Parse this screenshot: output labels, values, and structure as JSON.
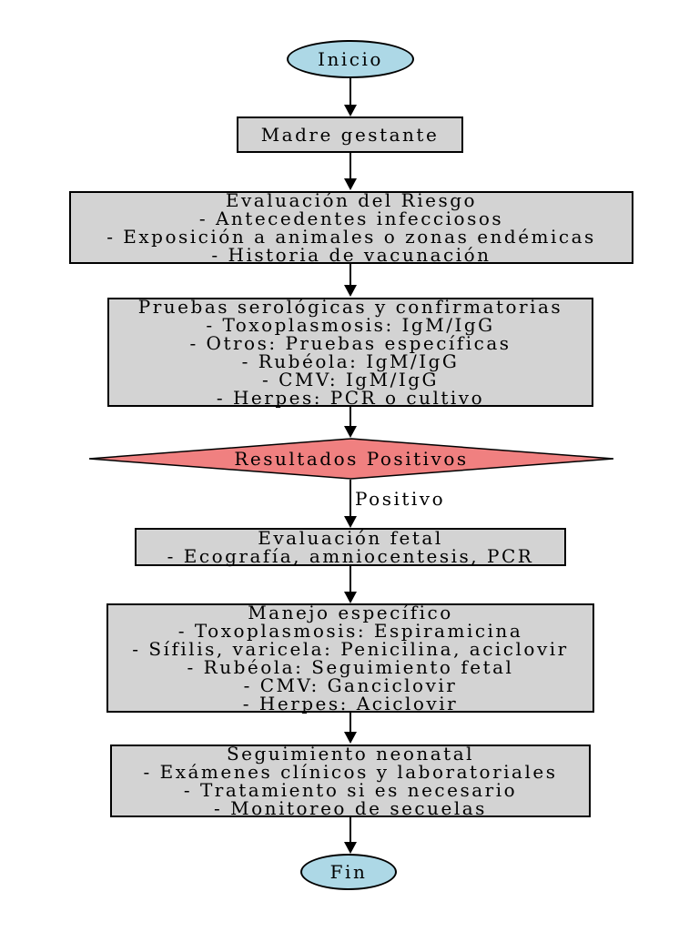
{
  "diagram": {
    "type": "flowchart",
    "language": "es",
    "colors": {
      "terminal_fill": "#ADD8E6",
      "process_fill": "#D3D3D3",
      "decision_fill": "#F08080",
      "stroke": "#000000",
      "background": "#FFFFFF"
    },
    "nodes": {
      "inicio": {
        "shape": "ellipse",
        "label": "Inicio"
      },
      "madre": {
        "shape": "rect",
        "lines": [
          "Madre gestante"
        ]
      },
      "riesgo": {
        "shape": "rect",
        "lines": [
          "Evaluación del Riesgo",
          "- Antecedentes infecciosos",
          "- Exposición a animales o zonas endémicas",
          "- Historia de vacunación"
        ]
      },
      "pruebas": {
        "shape": "rect",
        "lines": [
          "Pruebas serológicas y confirmatorias",
          "- Toxoplasmosis: IgM/IgG",
          "- Otros: Pruebas específicas",
          "- Rubéola: IgM/IgG",
          "- CMV: IgM/IgG",
          "- Herpes: PCR o cultivo"
        ]
      },
      "decision": {
        "shape": "diamond",
        "label": "Resultados Positivos"
      },
      "fetal": {
        "shape": "rect",
        "lines": [
          "Evaluación fetal",
          "- Ecografía, amniocentesis, PCR"
        ]
      },
      "manejo": {
        "shape": "rect",
        "lines": [
          "Manejo específico",
          "- Toxoplasmosis: Espiramicina",
          "- Sífilis, varicela: Penicilina, aciclovir",
          "- Rubéola: Seguimiento fetal",
          "- CMV: Ganciclovir",
          "- Herpes: Aciclovir"
        ]
      },
      "neonatal": {
        "shape": "rect",
        "lines": [
          "Seguimiento neonatal",
          "- Exámenes clínicos y laboratoriales",
          "- Tratamiento si es necesario",
          "- Monitoreo de secuelas"
        ]
      },
      "fin": {
        "shape": "ellipse",
        "label": "Fin"
      }
    },
    "edges": {
      "decision_to_fetal": {
        "label": "Positivo"
      }
    }
  }
}
